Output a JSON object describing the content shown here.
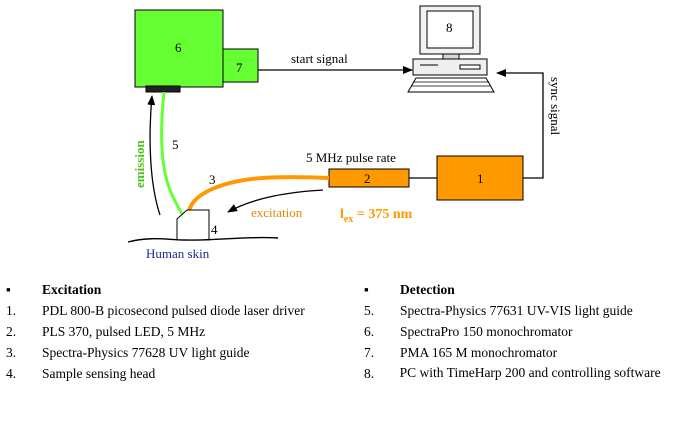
{
  "diagram": {
    "components": {
      "c1": "1",
      "c2": "2",
      "c4": "4",
      "c6": "6",
      "c7": "7",
      "c8": "8"
    },
    "labels": {
      "start_signal": "start signal",
      "sync_signal": "sync signal",
      "pulse_rate": "5 MHz pulse rate",
      "excitation": "excitation",
      "emission": "emission",
      "lambda_text": "l",
      "lambda_sub": "ex",
      "lambda_value": " = 375 nm",
      "human_skin": "Human skin",
      "path_3": "3",
      "path_5": "5"
    },
    "colors": {
      "green_box": "#66ff33",
      "orange_box": "#ff9900",
      "emission_line": "#66ff33",
      "excitation_line": "#ff9900",
      "excitation_text": "#e08a00",
      "emission_text": "#4fc21a",
      "skin_text": "#1f2a8c"
    }
  },
  "legend": {
    "excitation": {
      "bullet": "▪",
      "title": "Excitation",
      "items": [
        {
          "num": "1.",
          "text": "PDL 800-B picosecond pulsed diode laser driver"
        },
        {
          "num": "2.",
          "text": "PLS 370, pulsed LED, 5 MHz"
        },
        {
          "num": "3.",
          "text": "Spectra-Physics 77628 UV light guide"
        },
        {
          "num": "4.",
          "text": "Sample sensing head"
        }
      ]
    },
    "detection": {
      "bullet": "▪",
      "title": "Detection",
      "items": [
        {
          "num": "5.",
          "text": "Spectra-Physics 77631 UV-VIS light guide"
        },
        {
          "num": "6.",
          "text": "SpectraPro 150 monochromator"
        },
        {
          "num": "7.",
          "text": "PMA 165 M monochromator"
        },
        {
          "num": "8.",
          "text": "PC with TimeHarp 200 and controlling software"
        }
      ]
    }
  }
}
